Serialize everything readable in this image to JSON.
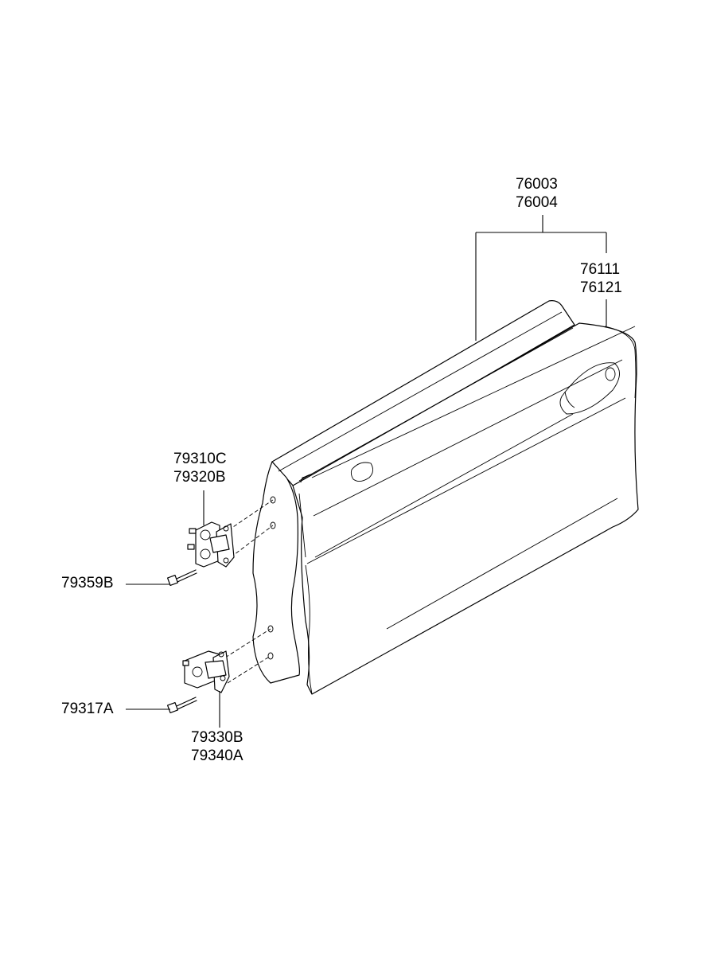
{
  "diagram": {
    "callouts": {
      "door_panel_a": "76003",
      "door_panel_b": "76004",
      "outer_panel_a": "76111",
      "outer_panel_b": "76121",
      "upper_hinge_a": "79310C",
      "upper_hinge_b": "79320B",
      "upper_bolt": "79359B",
      "lower_bolt": "79317A",
      "lower_hinge_a": "79330B",
      "lower_hinge_b": "79340A"
    }
  }
}
